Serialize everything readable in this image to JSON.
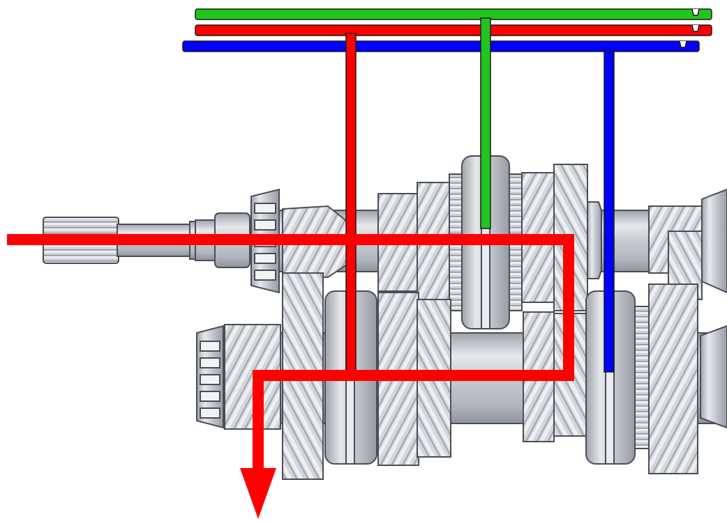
{
  "diagram": {
    "type": "gearbox-power-flow",
    "colors": {
      "background": "#ffffff",
      "gear_fill": "#cfd2d8",
      "gear_shade": "#a9adb5",
      "gear_light": "#e9ebee",
      "outline": "#4a4d55",
      "power_flow": "#ff0000",
      "shift_rail_green": "#22c41e",
      "shift_rail_red": "#ff0000",
      "shift_rail_blue": "#0000ff"
    },
    "shift_rails": [
      {
        "name": "green-shift-rail",
        "color": "#22c41e"
      },
      {
        "name": "red-shift-rail",
        "color": "#ff0000"
      },
      {
        "name": "blue-shift-rail",
        "color": "#0000ff"
      }
    ],
    "power_flow": {
      "name": "power-flow-path",
      "color": "#ff0000",
      "direction": "output-down"
    },
    "components": [
      "input-shaft",
      "countershaft",
      "synchronizer-sleeves",
      "helical-gears",
      "tapered-roller-bearings"
    ]
  }
}
